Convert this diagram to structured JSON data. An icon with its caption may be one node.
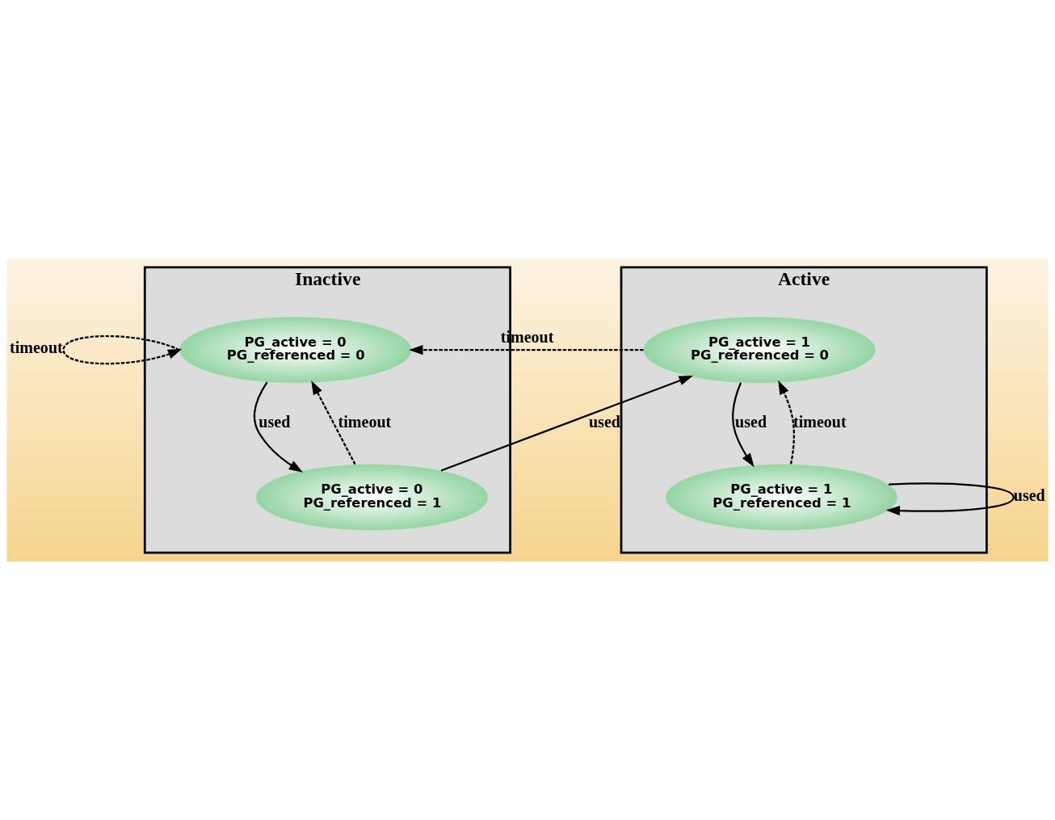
{
  "diagram": {
    "nodes": [
      {
        "text": [
          "Inactive"
        ]
      },
      {
        "text": [
          "Active"
        ]
      },
      {
        "text": [
          "PG_active = 0",
          "PG_referenced = 0"
        ],
        "in": 0
      },
      {
        "text": [
          "PG_active = 0",
          "PG_referenced = 1"
        ],
        "in": 0
      },
      {
        "text": [
          "PG_active = 1",
          "PG_referenced = 0"
        ],
        "in": 1
      },
      {
        "text": [
          "PG_active = 1",
          "PG_referenced = 1"
        ],
        "in": 1
      }
    ],
    "edges": [
      {
        "from": 2,
        "to": 2,
        "arrow": "to",
        "label": "timeout",
        "style": "dashed"
      },
      {
        "from": 2,
        "to": 3,
        "arrow": "to",
        "label": "used"
      },
      {
        "from": 3,
        "to": 2,
        "arrow": "to",
        "label": "timeout",
        "style": "dashed"
      },
      {
        "from": 4,
        "to": 2,
        "arrow": "to",
        "label": "timeout",
        "style": "dashed"
      },
      {
        "from": 3,
        "to": 4,
        "arrow": "to",
        "label": "used"
      },
      {
        "from": 4,
        "to": 5,
        "arrow": "to",
        "label": "used"
      },
      {
        "from": 5,
        "to": 4,
        "arrow": "to",
        "label": "timeout",
        "style": "dashed"
      },
      {
        "from": 5,
        "to": 5,
        "arrow": "to",
        "label": "used"
      }
    ]
  }
}
